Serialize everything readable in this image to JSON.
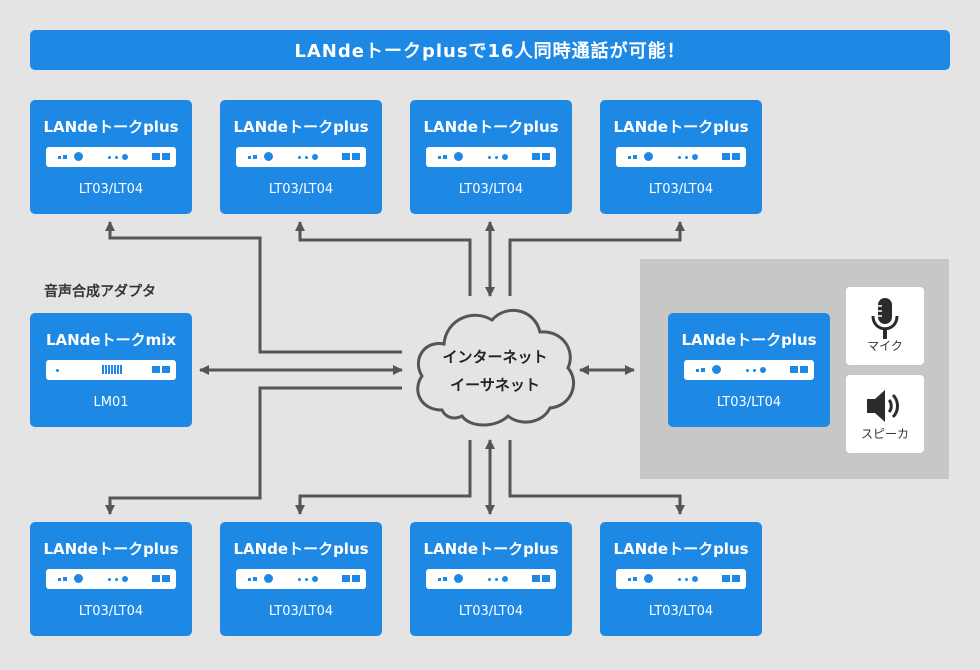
{
  "header": {
    "title": "LANdeトークplusで16人同時通話が可能！"
  },
  "units": {
    "top": [
      {
        "name": "LANdeトークplus",
        "model": "LT03/LT04"
      },
      {
        "name": "LANdeトークplus",
        "model": "LT03/LT04"
      },
      {
        "name": "LANdeトークplus",
        "model": "LT03/LT04"
      },
      {
        "name": "LANdeトークplus",
        "model": "LT03/LT04"
      }
    ],
    "bottom": [
      {
        "name": "LANdeトークplus",
        "model": "LT03/LT04"
      },
      {
        "name": "LANdeトークplus",
        "model": "LT03/LT04"
      },
      {
        "name": "LANdeトークplus",
        "model": "LT03/LT04"
      },
      {
        "name": "LANdeトークplus",
        "model": "LT03/LT04"
      }
    ],
    "mix": {
      "caption": "音声合成アダプタ",
      "name": "LANdeトークmix",
      "model": "LM01"
    },
    "side": {
      "name": "LANdeトークplus",
      "model": "LT03/LT04"
    }
  },
  "network": {
    "line1": "インターネット",
    "line2": "イーサネット"
  },
  "peripherals": {
    "mic": "マイク",
    "speaker": "スピーカ"
  },
  "colors": {
    "accent": "#1e88e5",
    "background": "#e4e4e4",
    "panel": "#c7c7c7",
    "wire": "#555555"
  }
}
